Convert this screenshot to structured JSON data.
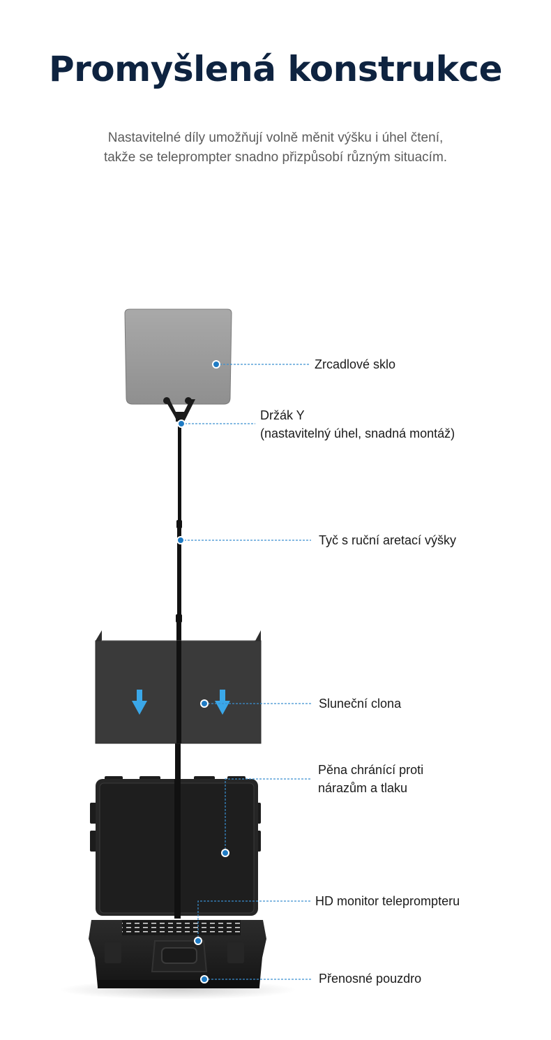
{
  "page": {
    "title": "Promyšlená konstrukce",
    "subtitle_lines": [
      "Nastavitelné díly umožňují volně měnit výšku i úhel čtení,",
      "takže se teleprompter snadno přizpůsobí různým situacím."
    ]
  },
  "callouts": {
    "mirror": [
      "Zrcadlové sklo"
    ],
    "y_holder": [
      "Držák Y",
      "(nastavitelný úhel, snadná montáž)"
    ],
    "rod": [
      "Tyč s ruční aretací výšky"
    ],
    "sunshade": [
      "Sluneční clona"
    ],
    "foam": [
      "Pěna chránící proti",
      "nárazům a tlaku"
    ],
    "monitor": [
      "HD monitor teleprompteru"
    ],
    "case": [
      "Přenosné pouzdro"
    ]
  },
  "colors": {
    "title": "#0e2340",
    "accent_dot": "#1f7bc4",
    "leader_line": "#3a8fd0",
    "arrow": "#3aa7e8"
  }
}
